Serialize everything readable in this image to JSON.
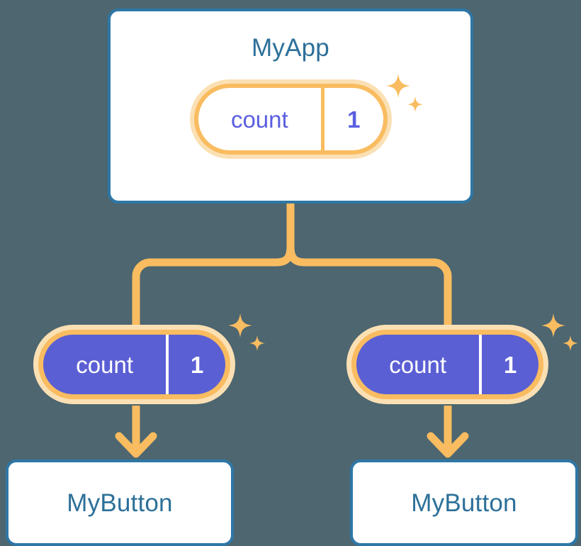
{
  "diagram": {
    "background_color": "#4d6670",
    "accent_orange": "#f9bc60",
    "accent_orange_glow": "#fbe0b4",
    "accent_blue": "#2e77a6",
    "title_blue": "#2d7099",
    "signal_purple": "#5b5fd4",
    "signal_purple_text": "#5a5fe0",
    "card_white": "#ffffff"
  },
  "root": {
    "title": "MyApp",
    "signal": {
      "name": "count",
      "value": "1",
      "style": "hollow"
    },
    "sparkles_icon": "sparkles-icon"
  },
  "children": [
    {
      "title": "MyButton",
      "signal": {
        "name": "count",
        "value": "1",
        "style": "filled"
      },
      "sparkles_icon": "sparkles-icon"
    },
    {
      "title": "MyButton",
      "signal": {
        "name": "count",
        "value": "1",
        "style": "filled"
      },
      "sparkles_icon": "sparkles-icon"
    }
  ],
  "connectors": {
    "trunk_icon": "vertical-connector-line",
    "branch_icon": "branch-connector-line",
    "arrow_icon": "arrow-down-icon",
    "color": "#f9bc60"
  }
}
